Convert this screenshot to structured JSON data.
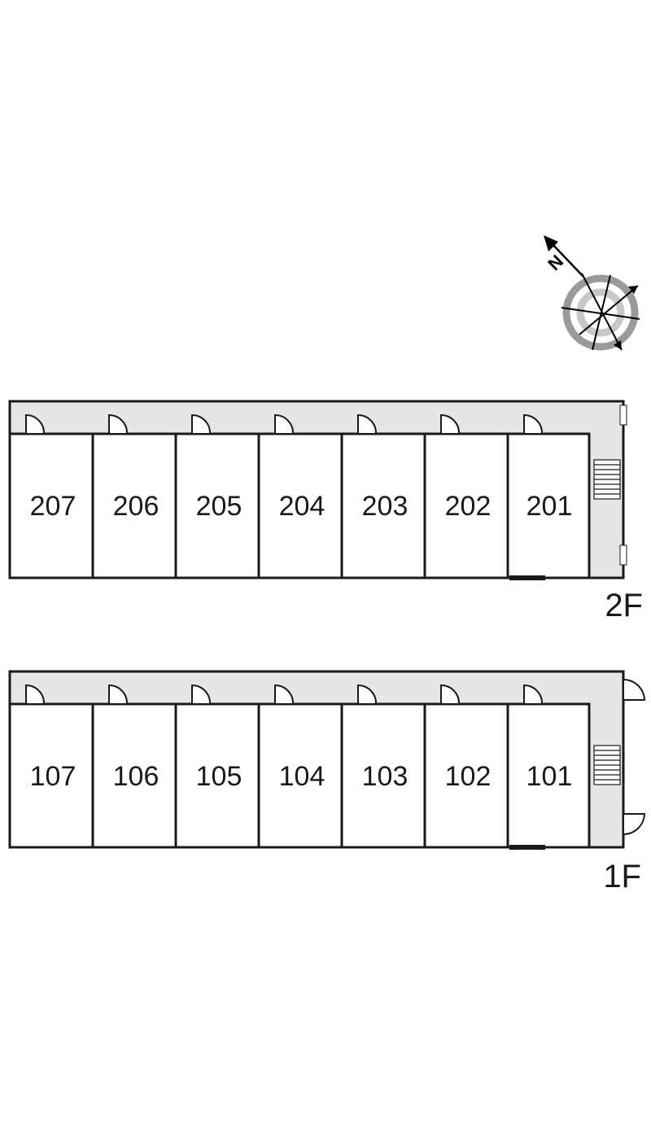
{
  "compass": {
    "north_label": "N",
    "icon": "compass-icon"
  },
  "floors": [
    {
      "label": "2F",
      "rooms": [
        "207",
        "206",
        "205",
        "204",
        "203",
        "202",
        "201"
      ]
    },
    {
      "label": "1F",
      "rooms": [
        "107",
        "106",
        "105",
        "104",
        "103",
        "102",
        "101"
      ]
    }
  ],
  "colors": {
    "wall": "#1a1a1a",
    "corridor": "#e6e6e6",
    "room": "#ffffff",
    "compass_ring": "#8a8a8a"
  }
}
